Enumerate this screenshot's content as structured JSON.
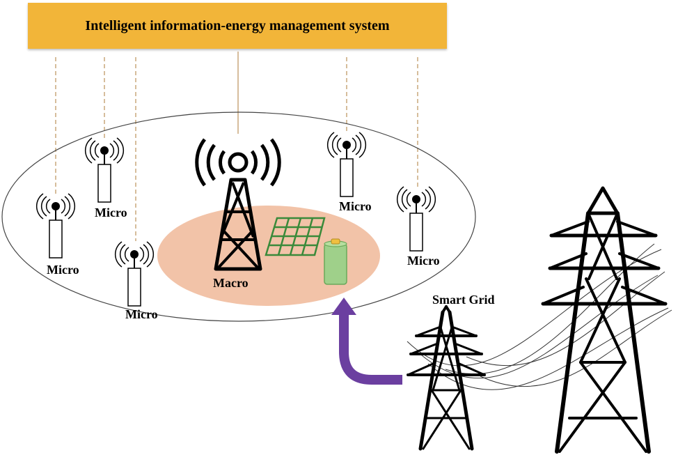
{
  "system": {
    "title": "Intelligent information-energy management system",
    "banner_color": "#f2b539"
  },
  "macro": {
    "label": "Macro",
    "cell_color": "#f2c3a8",
    "icon": "cell-tower-icon"
  },
  "micro_label": "Micro",
  "micro_cells": [
    {
      "label": "Micro",
      "icon": "small-cell-antenna-icon"
    },
    {
      "label": "Micro",
      "icon": "small-cell-antenna-icon"
    },
    {
      "label": "Micro",
      "icon": "small-cell-antenna-icon"
    },
    {
      "label": "Micro",
      "icon": "small-cell-antenna-icon"
    },
    {
      "label": "Micro",
      "icon": "small-cell-antenna-icon"
    }
  ],
  "grid": {
    "label": "Smart Grid",
    "arrow_color": "#6b3fa0",
    "icon": "transmission-tower-icon"
  },
  "solar": {
    "icon": "solar-panel-icon",
    "color": "#3a8a3a"
  },
  "battery": {
    "icon": "battery-icon",
    "color": "#9fd08a"
  }
}
